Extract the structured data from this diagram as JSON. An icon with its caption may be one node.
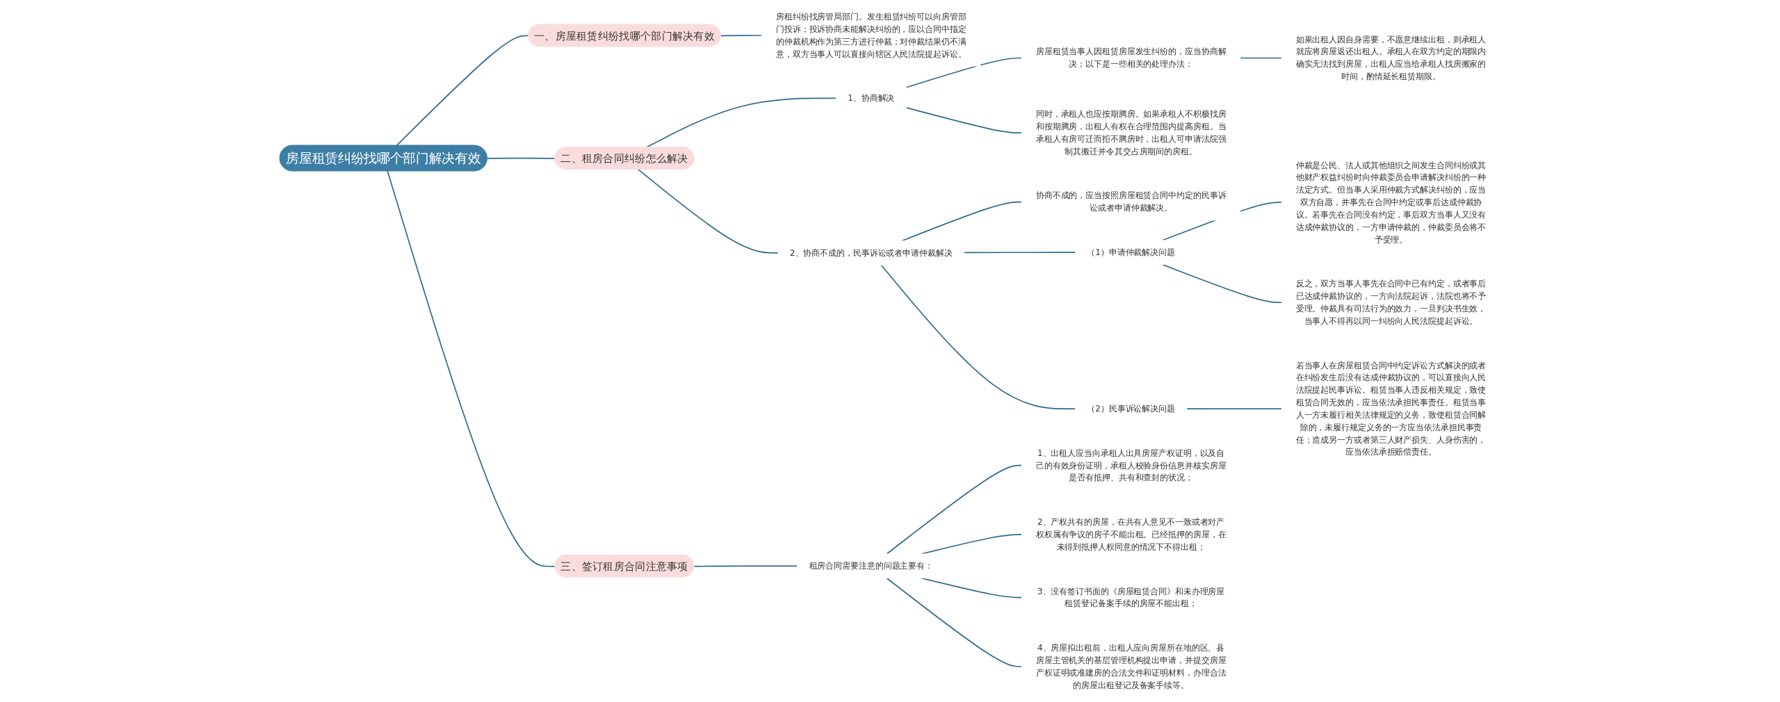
{
  "diagram": {
    "nodes": [
      {
        "text": [
          "房屋租赁纠纷找哪个部门解决有效"
        ]
      },
      {
        "text": [
          "一、房屋租赁纠纷找哪个部门解决有效"
        ]
      },
      {
        "text": [
          "房租纠纷找房管局部门。发生租赁纠纷可以向房管部门投诉；投诉协商未能解决纠纷的，应以合同中指定的仲裁机构作为第三方进行仲裁；对仲裁结果仍不满意，双方当事人可以直接向辖区人民法院提起诉讼。"
        ]
      },
      {
        "text": [
          "二、租房合同纠纷怎么解决"
        ]
      },
      {
        "text": [
          "1、协商解决"
        ]
      },
      {
        "text": [
          "房屋租赁当事人因租赁房屋发生纠纷的，应当协商解决；以下是一些相关的处理办法："
        ]
      },
      {
        "text": [
          "如果出租人因自身需要，不愿意继续出租，则承租人就应将房屋返还出租人。承租人在双方约定的期限内确实无法找到房屋，出租人应当给承租人找房搬家的时间，酌情延长租赁期限。"
        ]
      },
      {
        "text": [
          "同时，承租人也应按期腾房。如果承租人不积极找房和按期腾房，出租人有权在合理范围内提高房租。当承租人有房可迁而拒不腾房时，出租人可申请法院强制其搬迁并令其交占房期间的房租。"
        ]
      },
      {
        "text": [
          "2、协商不成的，民事诉讼或者申请仲裁解决"
        ]
      },
      {
        "text": [
          "协商不成的，应当按照房屋租赁合同中约定的民事诉讼或者申请仲裁解决。"
        ]
      },
      {
        "text": [
          "（1）申请仲裁解决问题"
        ]
      },
      {
        "text": [
          "仲裁是公民、法人或其他组织之间发生合同纠纷或其他财产权益纠纷时向仲裁委员会申请解决纠纷的一种法定方式。但当事人采用仲裁方式解决纠纷的，应当双方自愿，并事先在合同中约定或事后达成仲裁协议。若事先在合同没有约定，事后双方当事人又没有达成仲裁协议的，一方申请仲裁的，仲裁委员会将不予受理。"
        ]
      },
      {
        "text": [
          "反之，双方当事人事先在合同中已有约定，或者事后已达成仲裁协议的，一方向法院起诉，法院也将不予受理。仲裁具有司法行为的效力，一旦判决书生效，当事人不得再以同一纠纷向人民法院提起诉讼。"
        ]
      },
      {
        "text": [
          "（2）民事诉讼解决问题"
        ]
      },
      {
        "text": [
          "若当事人在房屋租赁合同中约定诉讼方式解决的或者在纠纷发生后没有达成仲裁协议的，可以直接向人民法院提起民事诉讼。租赁当事人违反相关规定，致使租赁合同无效的，应当依法承担民事责任。租赁当事人一方未履行相关法律规定的义务，致使租赁合同解除的，未履行规定义务的一方应当依法承担民事责任；造成另一方或者第三人财产损失、人身伤害的，应当依法承担赔偿责任。"
        ]
      },
      {
        "text": [
          "三、签订租房合同注意事项"
        ]
      },
      {
        "text": [
          "租房合同需要注意的问题主要有："
        ]
      },
      {
        "text": [
          "1、出租人应当向承租人出具房屋产权证明，以及自己的有效身份证明，承租人校验身份信息并核实房屋是否有抵押、共有和查封的状况；"
        ]
      },
      {
        "text": [
          "2、产权共有的房屋，在共有人意见不一致或者对产权权属有争议的房子不能出租。已经抵押的房屋，在未得到抵押人权同意的情况下不得出租；"
        ]
      },
      {
        "text": [
          "3、没有签订书面的《房屋租赁合同》和未办理房屋租赁登记备案手续的房屋不能出租；"
        ]
      },
      {
        "text": [
          "4、房屋拟出租前，出租人应向房屋所在地的区、县房屋主管机关的基层管理机构提出申请，并提交房屋产权证明或准建房的合法文件和证明材料，办理合法的房屋出租登记及备案手续等。"
        ]
      }
    ],
    "edges": [
      {
        "from": 0,
        "to": 1,
        "arrow": "none"
      },
      {
        "from": 1,
        "to": 2,
        "arrow": "none"
      },
      {
        "from": 0,
        "to": 3,
        "arrow": "none"
      },
      {
        "from": 3,
        "to": 4,
        "arrow": "none"
      },
      {
        "from": 4,
        "to": 5,
        "arrow": "none"
      },
      {
        "from": 5,
        "to": 6,
        "arrow": "none"
      },
      {
        "from": 4,
        "to": 7,
        "arrow": "none"
      },
      {
        "from": 3,
        "to": 8,
        "arrow": "none"
      },
      {
        "from": 8,
        "to": 9,
        "arrow": "none"
      },
      {
        "from": 8,
        "to": 10,
        "arrow": "none"
      },
      {
        "from": 10,
        "to": 11,
        "arrow": "none"
      },
      {
        "from": 10,
        "to": 12,
        "arrow": "none"
      },
      {
        "from": 8,
        "to": 13,
        "arrow": "none"
      },
      {
        "from": 13,
        "to": 14,
        "arrow": "none"
      },
      {
        "from": 0,
        "to": 15,
        "arrow": "none"
      },
      {
        "from": 15,
        "to": 16,
        "arrow": "none"
      },
      {
        "from": 16,
        "to": 17,
        "arrow": "none"
      },
      {
        "from": 16,
        "to": 18,
        "arrow": "none"
      },
      {
        "from": 16,
        "to": 19,
        "arrow": "none"
      },
      {
        "from": 16,
        "to": 20,
        "arrow": "none"
      }
    ]
  }
}
